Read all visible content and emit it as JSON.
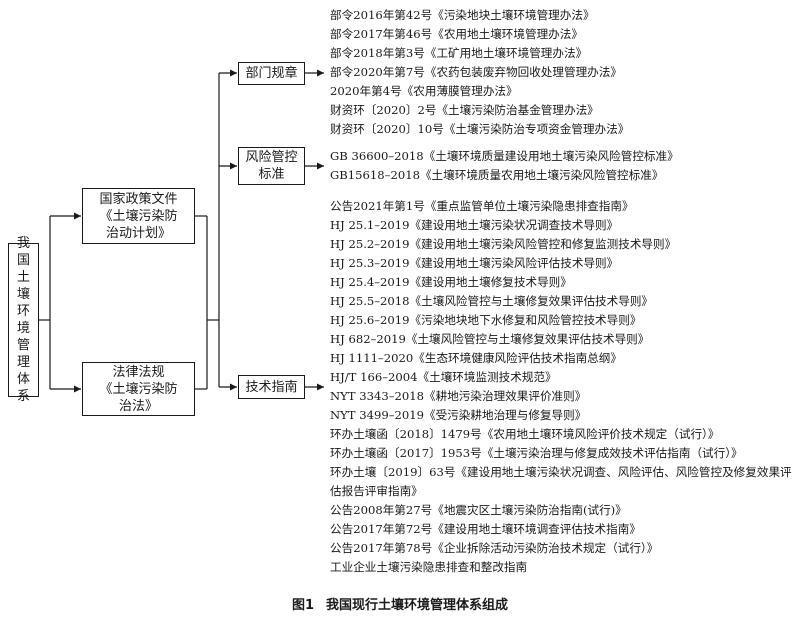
{
  "root": {
    "label": "我\n国\n土\n壤\n环\n境\n管\n理\n体\n系"
  },
  "level1": [
    {
      "label": "国家政策文件\n《土壤污染防\n治动计划》"
    },
    {
      "label": "法律法规\n《土壤污染防\n治法》"
    }
  ],
  "level2": [
    {
      "label": "部门规章"
    },
    {
      "label": "风险管控\n标准"
    },
    {
      "label": "技术指南"
    }
  ],
  "regulations": [
    "部令2016年第42号《污染地块土壤环境管理办法》",
    "部令2017年第46号《农用地土壤环境管理办法》",
    "部令2018年第3号《工矿用地土壤环境管理办法》",
    "部令2020年第7号《农药包装废弃物回收处理管理办法》",
    "2020年第4号《农用薄膜管理办法》",
    "财资环〔2020〕2号《土壤污染防治基金管理办法》",
    "财资环〔2020〕10号《土壤污染防治专项资金管理办法》"
  ],
  "standards": [
    "GB 36600–2018《土壤环境质量建设用地土壤污染风险管控标准》",
    "GB15618–2018《土壤环境质量农用地土壤污染风险管控标准》"
  ],
  "guides": [
    "公告2021年第1号《重点监管单位土壤污染隐患排查指南》",
    "HJ 25.1–2019《建设用地土壤污染状况调查技术导则》",
    "HJ 25.2–2019《建设用地土壤污染风险管控和修复监测技术导则》",
    "HJ 25.3–2019《建设用地土壤污染风险评估技术导则》",
    "HJ 25.4–2019《建设用地土壤修复技术导则》",
    "HJ 25.5–2018《土壤风险管控与土壤修复效果评估技术导则》",
    "HJ 25.6–2019《污染地块地下水修复和风险管控技术导则》",
    "HJ 682–2019《土壤风险管控与土壤修复效果评估技术导则》",
    "HJ 1111–2020《生态环境健康风险评估技术指南总纲》",
    "HJ/T 166–2004《土壤环境监测技术规范》",
    "NYT 3343–2018《耕地污染治理效果评价准则》",
    "NYT 3499–2019《受污染耕地治理与修复导则》",
    "环办土壤函〔2018〕1479号《农用地土壤环境风险评价技术规定（试行）》",
    "环办土壤函〔2017〕1953号《土壤污染治理与修复成效技术评估指南（试行）》",
    "环办土壤〔2019〕63号《建设用地土壤污染状况调查、风险评估、风险管控及修复效果评估报告评审指南》",
    "公告2008年第27号《地震灾区土壤污染防治指南(试行)》",
    "公告2017年第72号《建设用地土壤环境调查评估技术指南》",
    "公告2017年第78号《企业拆除活动污染防治技术规定（试行）》",
    "工业企业土壤污染隐患排查和整改指南"
  ],
  "caption": {
    "number": "图1",
    "title": "我国现行土壤环境管理体系组成"
  },
  "colors": {
    "line": "#1a1a1a",
    "text": "#1a1a1a",
    "background": "#ffffff"
  }
}
